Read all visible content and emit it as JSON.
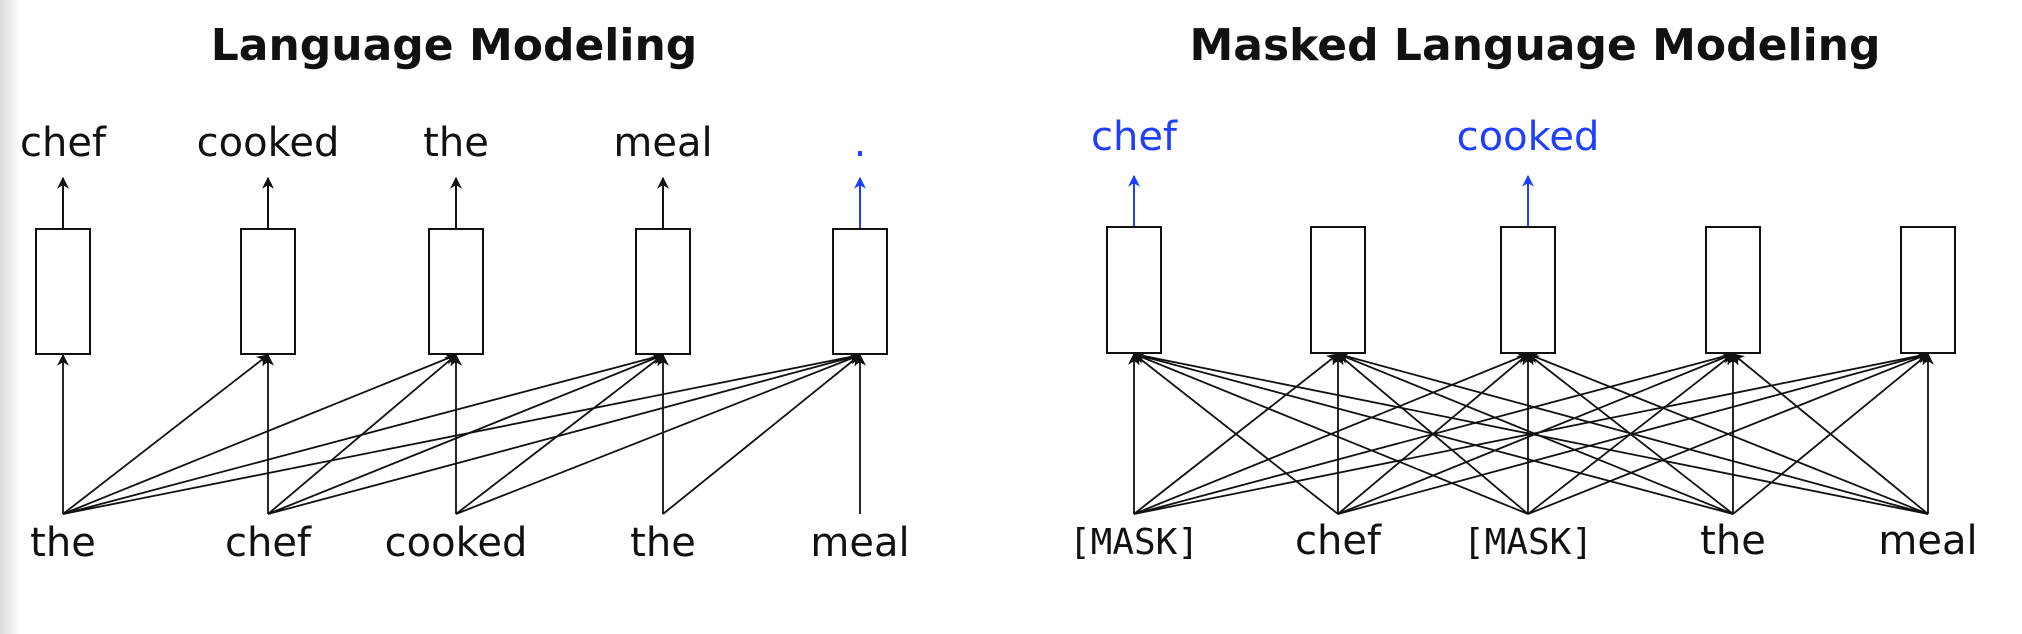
{
  "colors": {
    "ink": "#111111",
    "highlight": "#1f3fff"
  },
  "diagrams": [
    {
      "id": "lm",
      "title": "Language Modeling",
      "inputs": [
        {
          "text": "the",
          "mask": false
        },
        {
          "text": "chef",
          "mask": false
        },
        {
          "text": "cooked",
          "mask": false
        },
        {
          "text": "the",
          "mask": false
        },
        {
          "text": "meal",
          "mask": false
        }
      ],
      "outputs": [
        {
          "index": 0,
          "text": "chef",
          "highlight": false
        },
        {
          "index": 1,
          "text": "cooked",
          "highlight": false
        },
        {
          "index": 2,
          "text": "the",
          "highlight": false
        },
        {
          "index": 3,
          "text": "meal",
          "highlight": false
        },
        {
          "index": 4,
          "text": ".",
          "highlight": true
        }
      ],
      "connectivity": "causal"
    },
    {
      "id": "mlm",
      "title": "Masked Language Modeling",
      "inputs": [
        {
          "text": "[MASK]",
          "mask": true
        },
        {
          "text": "chef",
          "mask": false
        },
        {
          "text": "[MASK]",
          "mask": true
        },
        {
          "text": "the",
          "mask": false
        },
        {
          "text": "meal",
          "mask": false
        }
      ],
      "outputs": [
        {
          "index": 0,
          "text": "chef",
          "highlight": true
        },
        {
          "index": 2,
          "text": "cooked",
          "highlight": true
        }
      ],
      "connectivity": "full"
    }
  ]
}
